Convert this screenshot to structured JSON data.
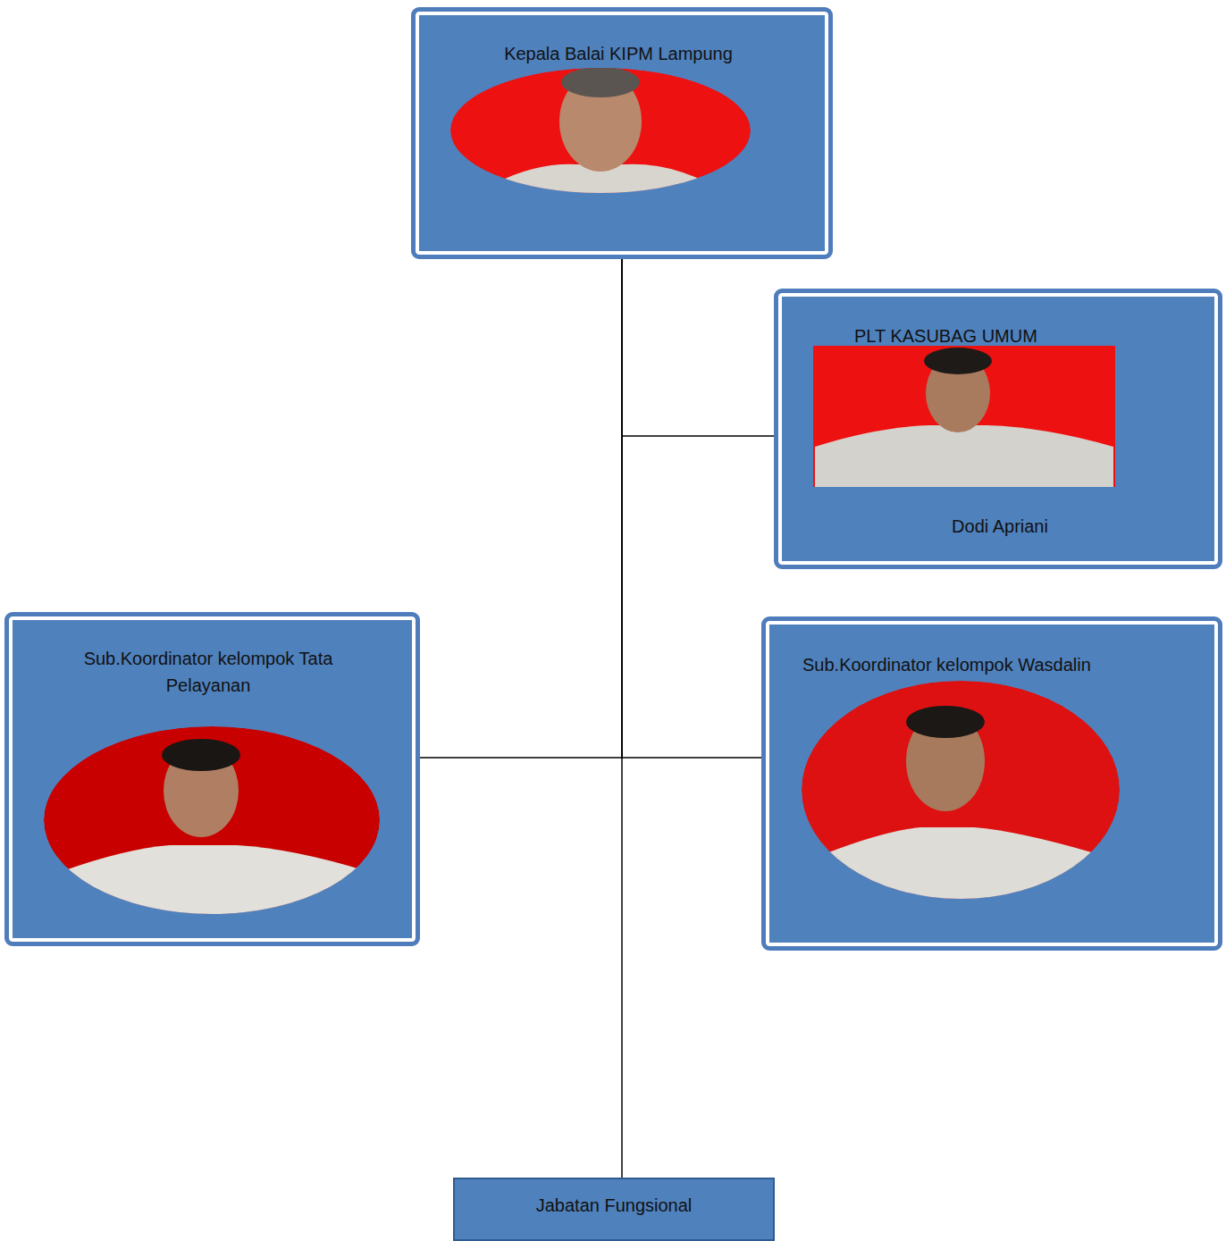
{
  "diagram": {
    "nodes": [
      {
        "text": [
          "Kepala Balai KIPM Lampung"
        ]
      },
      {
        "text": [
          "PLT KASUBAG UMUM",
          "Dodi Apriani"
        ]
      },
      {
        "text": [
          "Sub.Koordinator kelompok Tata Pelayanan"
        ]
      },
      {
        "text": [
          "Sub.Koordinator kelompok Wasdalin"
        ]
      },
      {
        "text": [
          "Jabatan Fungsional"
        ]
      }
    ],
    "edges": [
      {
        "from": 0,
        "to": 1,
        "arrow": "none"
      },
      {
        "from": 0,
        "to": 2,
        "arrow": "none"
      },
      {
        "from": 0,
        "to": 3,
        "arrow": "none"
      },
      {
        "from": 0,
        "to": 4,
        "arrow": "none"
      }
    ]
  }
}
